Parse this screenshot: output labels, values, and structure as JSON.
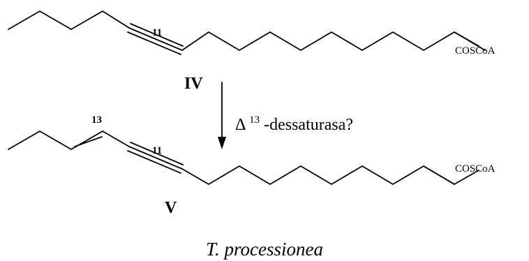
{
  "compound_iv": {
    "label": "IV",
    "locant_triple_bond": "11",
    "end_group": "COSCoA"
  },
  "compound_v": {
    "label": "V",
    "locant_triple_bond": "11",
    "locant_double_bond": "13",
    "end_group": "COSCoA"
  },
  "reaction": {
    "enzyme_prefix": "Δ",
    "enzyme_superscript": "13",
    "enzyme_name": "-dessaturasa?"
  },
  "caption": {
    "species": "T. processionea"
  }
}
